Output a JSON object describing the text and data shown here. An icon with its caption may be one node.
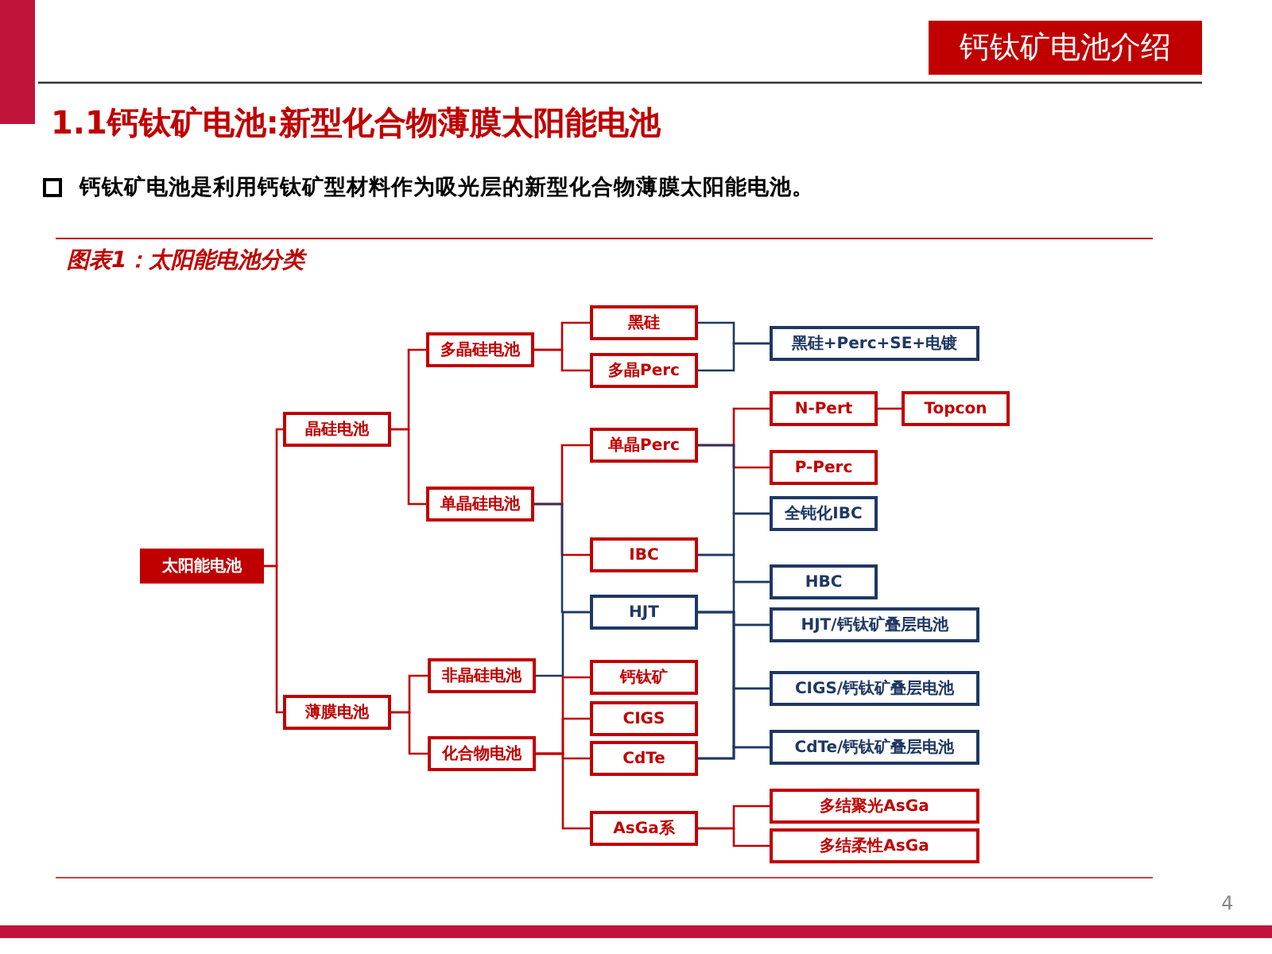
{
  "diagram": {
    "title": "1.1钙钛矿电池:新型化合物薄膜太阳能电池",
    "nodes": [
      {
        "text": [
          "太阳能电池"
        ]
      },
      {
        "text": [
          "晶硅电池"
        ]
      },
      {
        "text": [
          "薄膜电池"
        ]
      },
      {
        "text": [
          "多晶硅电池"
        ]
      },
      {
        "text": [
          "单晶硅电池"
        ]
      },
      {
        "text": [
          "非晶硅电池"
        ]
      },
      {
        "text": [
          "化合物电池"
        ]
      },
      {
        "text": [
          "黑硅"
        ]
      },
      {
        "text": [
          "多晶Perc"
        ]
      },
      {
        "text": [
          "单晶Perc"
        ]
      },
      {
        "text": [
          "IBC"
        ]
      },
      {
        "text": [
          "HJT"
        ]
      },
      {
        "text": [
          "钙钛矿"
        ]
      },
      {
        "text": [
          "CIGS"
        ]
      },
      {
        "text": [
          "CdTe"
        ]
      },
      {
        "text": [
          "AsGa系"
        ]
      },
      {
        "text": [
          "黑硅+Perc+SE+电镀"
        ]
      },
      {
        "text": [
          "N-Pert"
        ]
      },
      {
        "text": [
          "Topcon"
        ]
      },
      {
        "text": [
          "P-Perc"
        ]
      },
      {
        "text": [
          "全钝化IBC"
        ]
      },
      {
        "text": [
          "HBC"
        ]
      },
      {
        "text": [
          "HJT/钙钛矿叠层电池"
        ]
      },
      {
        "text": [
          "CIGS/钙钛矿叠层电池"
        ]
      },
      {
        "text": [
          "CdTe/钙钛矿叠层电池"
        ]
      },
      {
        "text": [
          "多结聚光AsGa"
        ]
      },
      {
        "text": [
          "多结柔性AsGa"
        ]
      }
    ],
    "edges": [
      {
        "from": 0,
        "to": 1,
        "arrow": "none"
      },
      {
        "from": 0,
        "to": 2,
        "arrow": "none"
      },
      {
        "from": 1,
        "to": 3,
        "arrow": "none"
      },
      {
        "from": 1,
        "to": 4,
        "arrow": "none"
      },
      {
        "from": 2,
        "to": 5,
        "arrow": "none"
      },
      {
        "from": 2,
        "to": 6,
        "arrow": "none"
      },
      {
        "from": 3,
        "to": 7,
        "arrow": "none"
      },
      {
        "from": 3,
        "to": 8,
        "arrow": "none"
      },
      {
        "from": 4,
        "to": 9,
        "arrow": "none"
      },
      {
        "from": 4,
        "to": 10,
        "arrow": "none"
      },
      {
        "from": 4,
        "to": 11,
        "arrow": "none",
        "color": "#1f3864"
      },
      {
        "from": 5,
        "to": 11,
        "arrow": "none",
        "color": "#1f3864"
      },
      {
        "from": 6,
        "to": 12,
        "arrow": "none"
      },
      {
        "from": 6,
        "to": 13,
        "arrow": "none"
      },
      {
        "from": 6,
        "to": 14,
        "arrow": "none"
      },
      {
        "from": 6,
        "to": 15,
        "arrow": "none"
      },
      {
        "from": 7,
        "to": 16,
        "arrow": "none",
        "color": "#1f3864"
      },
      {
        "from": 8,
        "to": 16,
        "arrow": "none",
        "color": "#1f3864"
      },
      {
        "from": 9,
        "to": 17,
        "arrow": "none"
      },
      {
        "from": 9,
        "to": 19,
        "arrow": "none"
      },
      {
        "from": 17,
        "to": 18,
        "arrow": "none"
      },
      {
        "from": 9,
        "to": 20,
        "arrow": "none",
        "color": "#1f3864"
      },
      {
        "from": 10,
        "to": 20,
        "arrow": "none",
        "color": "#1f3864"
      },
      {
        "from": 10,
        "to": 21,
        "arrow": "none",
        "color": "#1f3864"
      },
      {
        "from": 11,
        "to": 21,
        "arrow": "none",
        "color": "#1f3864"
      },
      {
        "from": 11,
        "to": 22,
        "arrow": "none",
        "color": "#1f3864"
      },
      {
        "from": 11,
        "to": 23,
        "arrow": "none",
        "color": "#1f3864"
      },
      {
        "from": 11,
        "to": 24,
        "arrow": "none",
        "color": "#1f3864"
      },
      {
        "from": 14,
        "to": 22,
        "arrow": "none",
        "color": "#1f3864"
      },
      {
        "from": 14,
        "to": 23,
        "arrow": "none",
        "color": "#1f3864"
      },
      {
        "from": 14,
        "to": 24,
        "arrow": "none",
        "color": "#1f3864"
      },
      {
        "from": 15,
        "to": 25,
        "arrow": "none"
      },
      {
        "from": 15,
        "to": 26,
        "arrow": "none"
      }
    ],
    "labels": [
      "钙钛矿电池介绍",
      "钙钛矿电池是利用钙钛矿型材料作为吸光层的新型化合物薄膜太阳能电池。",
      "图表1：太阳能电池分类",
      "4"
    ]
  }
}
